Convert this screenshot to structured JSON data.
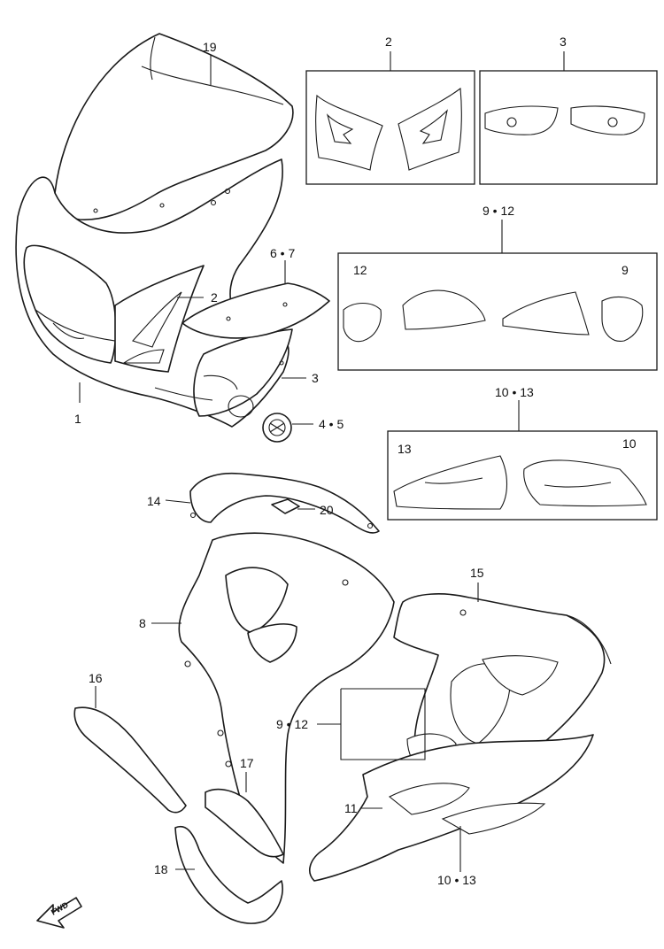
{
  "callouts": {
    "c1": "1",
    "c2_box": "2",
    "c2_inner": "2",
    "c3_box": "3",
    "c3_inner": "3",
    "c4_5": "4 • 5",
    "c6_7": "6 • 7",
    "c8": "8",
    "c9_12_box": "9 • 12",
    "c9_in": "9",
    "c12_in": "12",
    "c9_12_lower": "9 • 12",
    "c10_13_box": "10 • 13",
    "c10_in": "10",
    "c13_in": "13",
    "c10_13_lower": "10 • 13",
    "c11": "11",
    "c14": "14",
    "c15": "15",
    "c16": "16",
    "c17": "17",
    "c18": "18",
    "c19": "19",
    "c20": "20"
  },
  "fwd_label": "FWD",
  "colors": {
    "line": "#1a1a1a",
    "background": "#ffffff"
  }
}
